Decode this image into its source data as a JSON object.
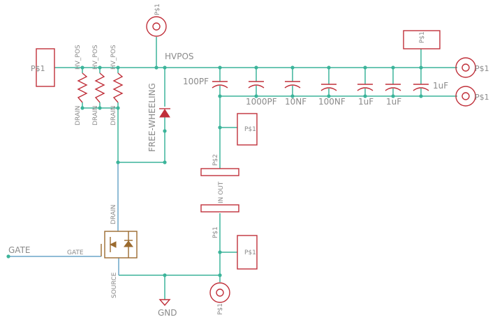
{
  "labels": {
    "hvpos": "HVPOS",
    "free_wheeling": "FREE-WHEELING",
    "gate_net": "GATE",
    "gate_pin": "GATE",
    "drain": "DRAIN",
    "source": "SOURCE",
    "gnd": "GND",
    "in_out": "IN  OUT",
    "p1": "P$1",
    "p2": "P$2"
  },
  "resistors": [
    {
      "top": "HV_POS",
      "bottom": "DRAIN"
    },
    {
      "top": "HV_POS",
      "bottom": "DRAIN"
    },
    {
      "top": "HV_POS",
      "bottom": "DRAIN"
    }
  ],
  "capacitors": [
    "100PF",
    "1000PF",
    "10NF",
    "100NF",
    "1uF",
    "1uF",
    "1uF"
  ],
  "colors": {
    "wire": "#3cb49a",
    "gate_wire": "#6aa5c8",
    "component": "#c0303a",
    "mosfet": "#9b6a2e",
    "text": "#8a8a8a"
  }
}
